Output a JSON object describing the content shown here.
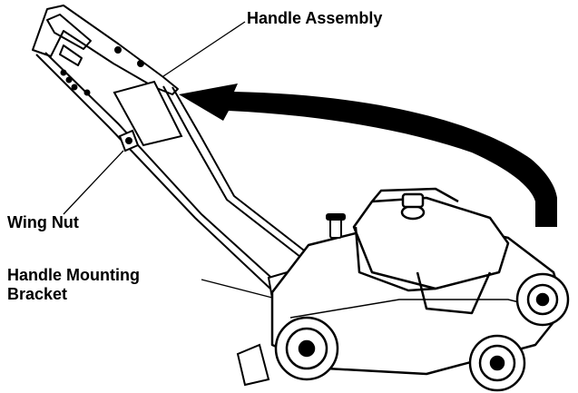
{
  "labels": {
    "handle_assembly": "Handle Assembly",
    "wing_nut": "Wing Nut",
    "handle_mounting_bracket_line1": "Handle Mounting",
    "handle_mounting_bracket_line2": "Bracket"
  },
  "colors": {
    "ink": "#000000",
    "paper": "#ffffff"
  },
  "icons": {
    "arrow": "curved-direction-arrow",
    "mower": "lawn-mower-line-drawing"
  }
}
